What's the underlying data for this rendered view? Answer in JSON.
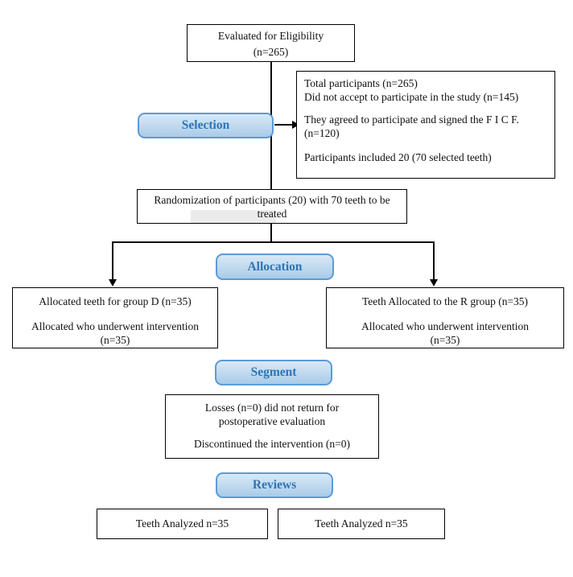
{
  "eligibility": {
    "line1": "Evaluated for Eligibility",
    "line2": "(n=265)"
  },
  "selection_label": "Selection",
  "info": {
    "line1": "Total participants (n=265)",
    "line2": "Did not accept to participate in the study (n=145)",
    "line3": "They agreed to participate and signed the  F I C F. (n=120)",
    "line4": "Participants included 20  (70 selected teeth)"
  },
  "randomization": {
    "line1": "Randomization of participants (20) with 70 teeth to be",
    "line2": "treated"
  },
  "allocation_label": "Allocation",
  "group_d": {
    "line1": "Allocated teeth for group D (n=35)",
    "line2": "Allocated who underwent intervention",
    "line3": "(n=35)"
  },
  "group_r": {
    "line1": "Teeth Allocated to the R group (n=35)",
    "line2": "Allocated who underwent intervention",
    "line3": "(n=35)"
  },
  "segment_label": "Segment",
  "losses": {
    "line1": "Losses (n=0) did not return for",
    "line2": "postoperative evaluation",
    "line3": "Discontinued the intervention (n=0)"
  },
  "reviews_label": "Reviews",
  "analyzed_left": "Teeth Analyzed n=35",
  "analyzed_right": "Teeth Analyzed n=35",
  "colors": {
    "label_fill": "#bdd7ee",
    "label_border": "#5b9bd5",
    "label_text": "#2e74b5",
    "box_border": "#000000",
    "connector": "#000000"
  }
}
